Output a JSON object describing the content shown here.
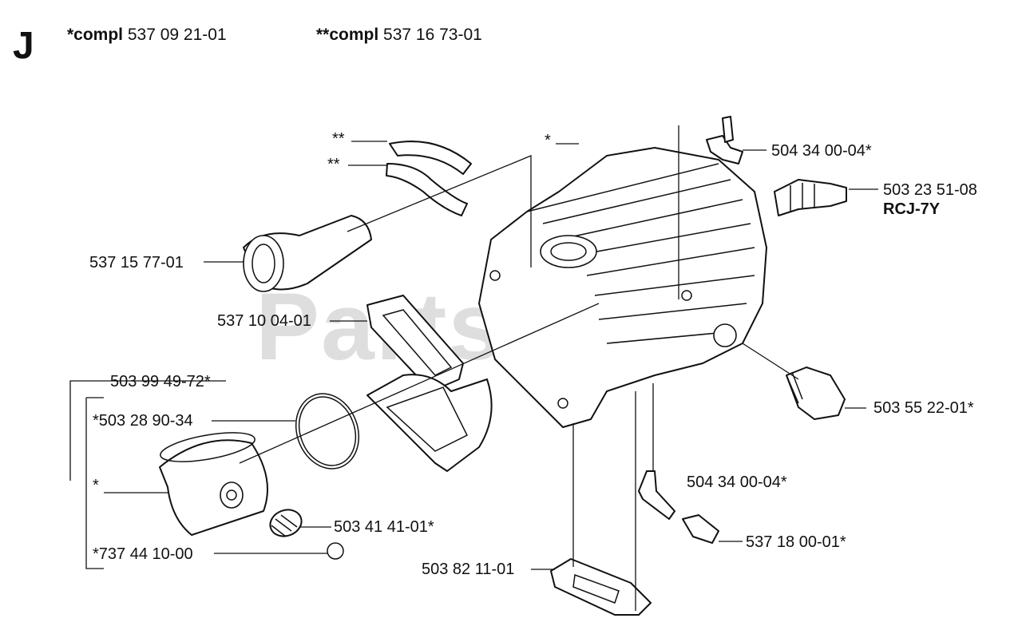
{
  "header": {
    "section_letter": "J",
    "compl_1_prefix": "*compl",
    "compl_1_number": "537 09 21-01",
    "compl_2_prefix": "**compl",
    "compl_2_number": "537 16 73-01"
  },
  "watermark": "PartsTree",
  "labels": {
    "double_star_a": "**",
    "double_star_b": "**",
    "star_top": "*",
    "star_piston": "*",
    "intake_flange": "537 15 77-01",
    "gasket_intake": "537 10 04-01",
    "piston_kit": "503 99 49-72*",
    "piston_ring": "*503 28 90-34",
    "wrist_pin_clip": "*737 44 10-00",
    "needle_bearing": "503 41 41-01*",
    "base_gasket": "503 82 11-01",
    "nipple_top": "504 34 00-04*",
    "spark_plug": "503 23 51-08",
    "spark_plug_type": "RCJ-7Y",
    "decomp_valve": "503 55 22-01*",
    "nipple_bottom": "504 34 00-04*",
    "impulse_hose": "537 18 00-01*"
  }
}
